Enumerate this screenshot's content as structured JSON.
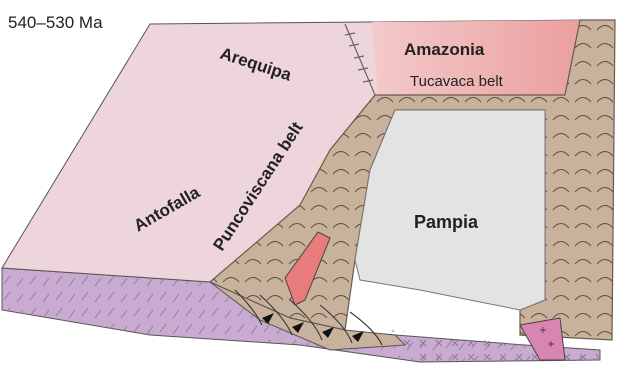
{
  "age_label": "540–530 Ma",
  "regions": {
    "arequipa": "Arequipa",
    "amazonia": "Amazonia",
    "antofalla": "Antofalla",
    "pampia": "Pampia",
    "puncoviscana": "Puncoviscana belt",
    "tucavaca": "Tucavaca belt"
  },
  "colors": {
    "pink_top": "#eed5dc",
    "amazonia": "#eda6a6",
    "belt": "#c8b29b",
    "belt_edge": "#7a6a5a",
    "pampia": "#e3e3e3",
    "lilac_side": "#c9aad0",
    "magenta_block": "#d985b2",
    "red_intrusion": "#e87c7c"
  }
}
